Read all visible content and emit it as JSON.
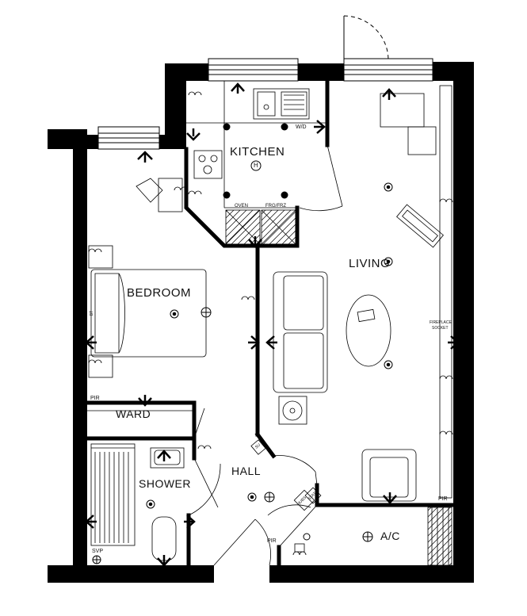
{
  "rooms": {
    "kitchen": "KITCHEN",
    "living": "LIVING",
    "bedroom": "BEDROOM",
    "ward": "WARD",
    "shower": "SHOWER",
    "hall": "HALL",
    "ac": "A/C"
  },
  "labels": {
    "wd": "W/D",
    "oven": "OVEN",
    "frg": "FRG/FRZ",
    "pir_bedroom": "PIR",
    "pir_living": "PIR",
    "pir_hall": "PIR",
    "svp": "SVP",
    "fireplace": "FIREPLACE",
    "socket": "SOCKET",
    "stat": "STAT",
    "hubs": "HUBS",
    "su": "SU",
    "bt": "BT"
  },
  "symbols": {
    "heater": "H"
  }
}
